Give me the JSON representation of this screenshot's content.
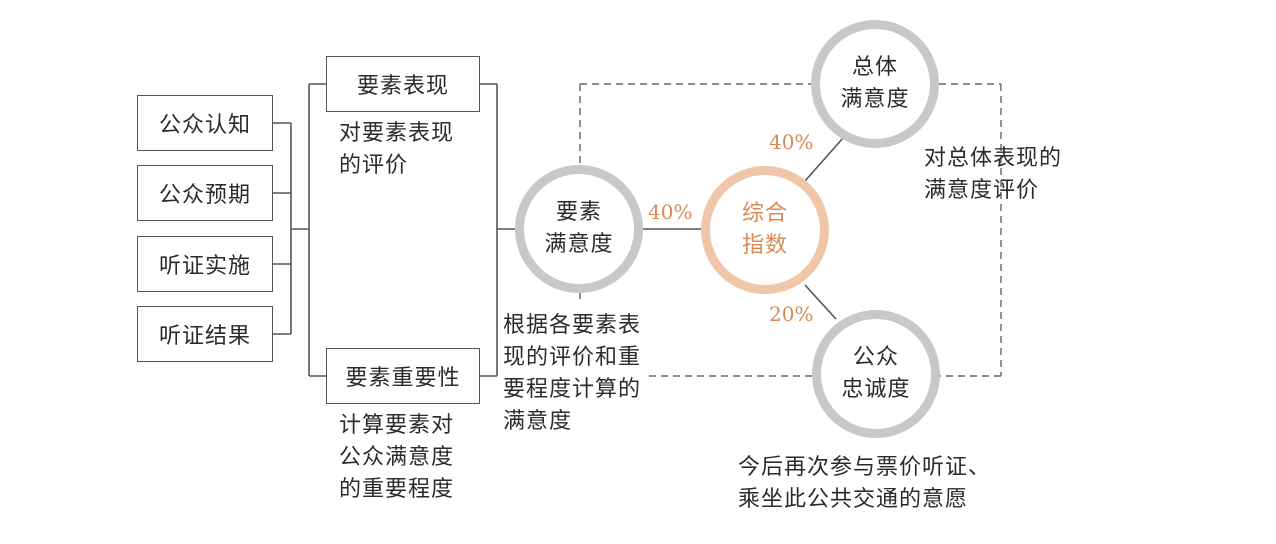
{
  "inputs": [
    "公众认知",
    "公众预期",
    "听证实施",
    "听证结果"
  ],
  "element_performance": {
    "label": "要素表现",
    "desc": [
      "对要素表现",
      "的评价"
    ]
  },
  "element_importance": {
    "label": "要素重要性",
    "desc": [
      "计算要素对",
      "公众满意度",
      "的重要程度"
    ]
  },
  "element_satisfaction": {
    "label": [
      "要素",
      "满意度"
    ],
    "desc": [
      "根据各要素表",
      "现的评价和重",
      "要程度计算的",
      "满意度"
    ]
  },
  "composite_index": {
    "label": [
      "综合",
      "指数"
    ]
  },
  "overall_satisfaction": {
    "label": [
      "总体",
      "满意度"
    ],
    "desc": [
      "对总体表现的",
      "满意度评价"
    ]
  },
  "public_loyalty": {
    "label": [
      "公众",
      "忠诚度"
    ],
    "desc": [
      "今后再次参与票价听证、",
      "乘坐此公共交通的意愿"
    ]
  },
  "weights": {
    "element": "40%",
    "overall": "40%",
    "loyalty": "20%"
  },
  "colors": {
    "accent": "#d98a55",
    "ring_gray": "#c8c8c8",
    "ring_orange": "#f0c6a8",
    "line": "#555555"
  }
}
